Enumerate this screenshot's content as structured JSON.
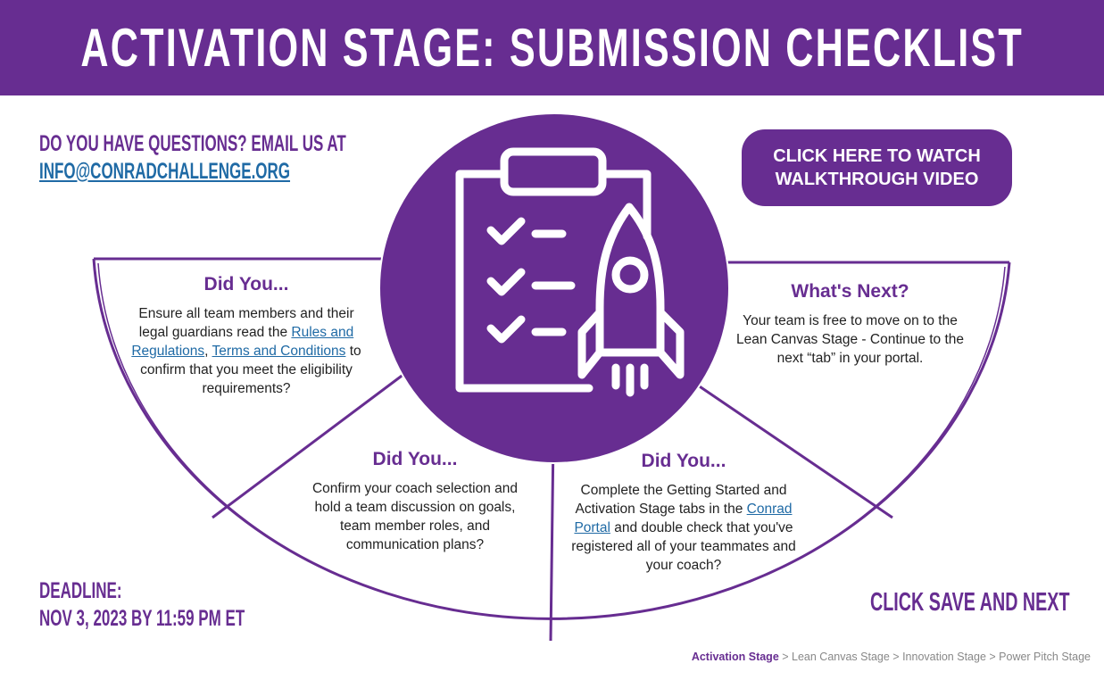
{
  "title": "ACTIVATION STAGE: SUBMISSION CHECKLIST",
  "questions": {
    "text": "DO YOU HAVE QUESTIONS? EMAIL US AT",
    "email": "INFO@CONRADCHALLENGE.ORG"
  },
  "watch_button": {
    "line1": "CLICK HERE TO WATCH",
    "line2": "WALKTHROUGH VIDEO"
  },
  "panels": {
    "left": {
      "heading": "Did You...",
      "t1": "Ensure all team members and their legal guardians read the ",
      "link1": "Rules and Regulations",
      "t2": ", ",
      "link2": "Terms and Conditions",
      "t3": " to confirm that you meet the eligibility requirements?"
    },
    "mid_left": {
      "heading": "Did You...",
      "text": "Confirm your coach selection and hold a team discussion on goals, team member roles, and communication plans?"
    },
    "mid_right": {
      "heading": "Did You...",
      "t1": "Complete the Getting Started and Activation Stage tabs in the ",
      "link1": "Conrad Portal",
      "t2": " and double check that you've registered all of your teammates and your coach?"
    },
    "right": {
      "heading": "What's Next?",
      "text": "Your team is free to move on to the Lean Canvas Stage - Continue to the next “tab” in your portal."
    }
  },
  "deadline": {
    "label": "DEADLINE:",
    "value": "NOV 3, 2023 BY 11:59 PM ET"
  },
  "save_next": "CLICK SAVE AND NEXT",
  "breadcrumb": {
    "current": "Activation Stage",
    "sep": " > ",
    "items": [
      "Lean Canvas Stage",
      "Innovation Stage",
      "Power Pitch Stage"
    ]
  },
  "colors": {
    "purple": "#672d91",
    "link": "#1f6aa5"
  }
}
